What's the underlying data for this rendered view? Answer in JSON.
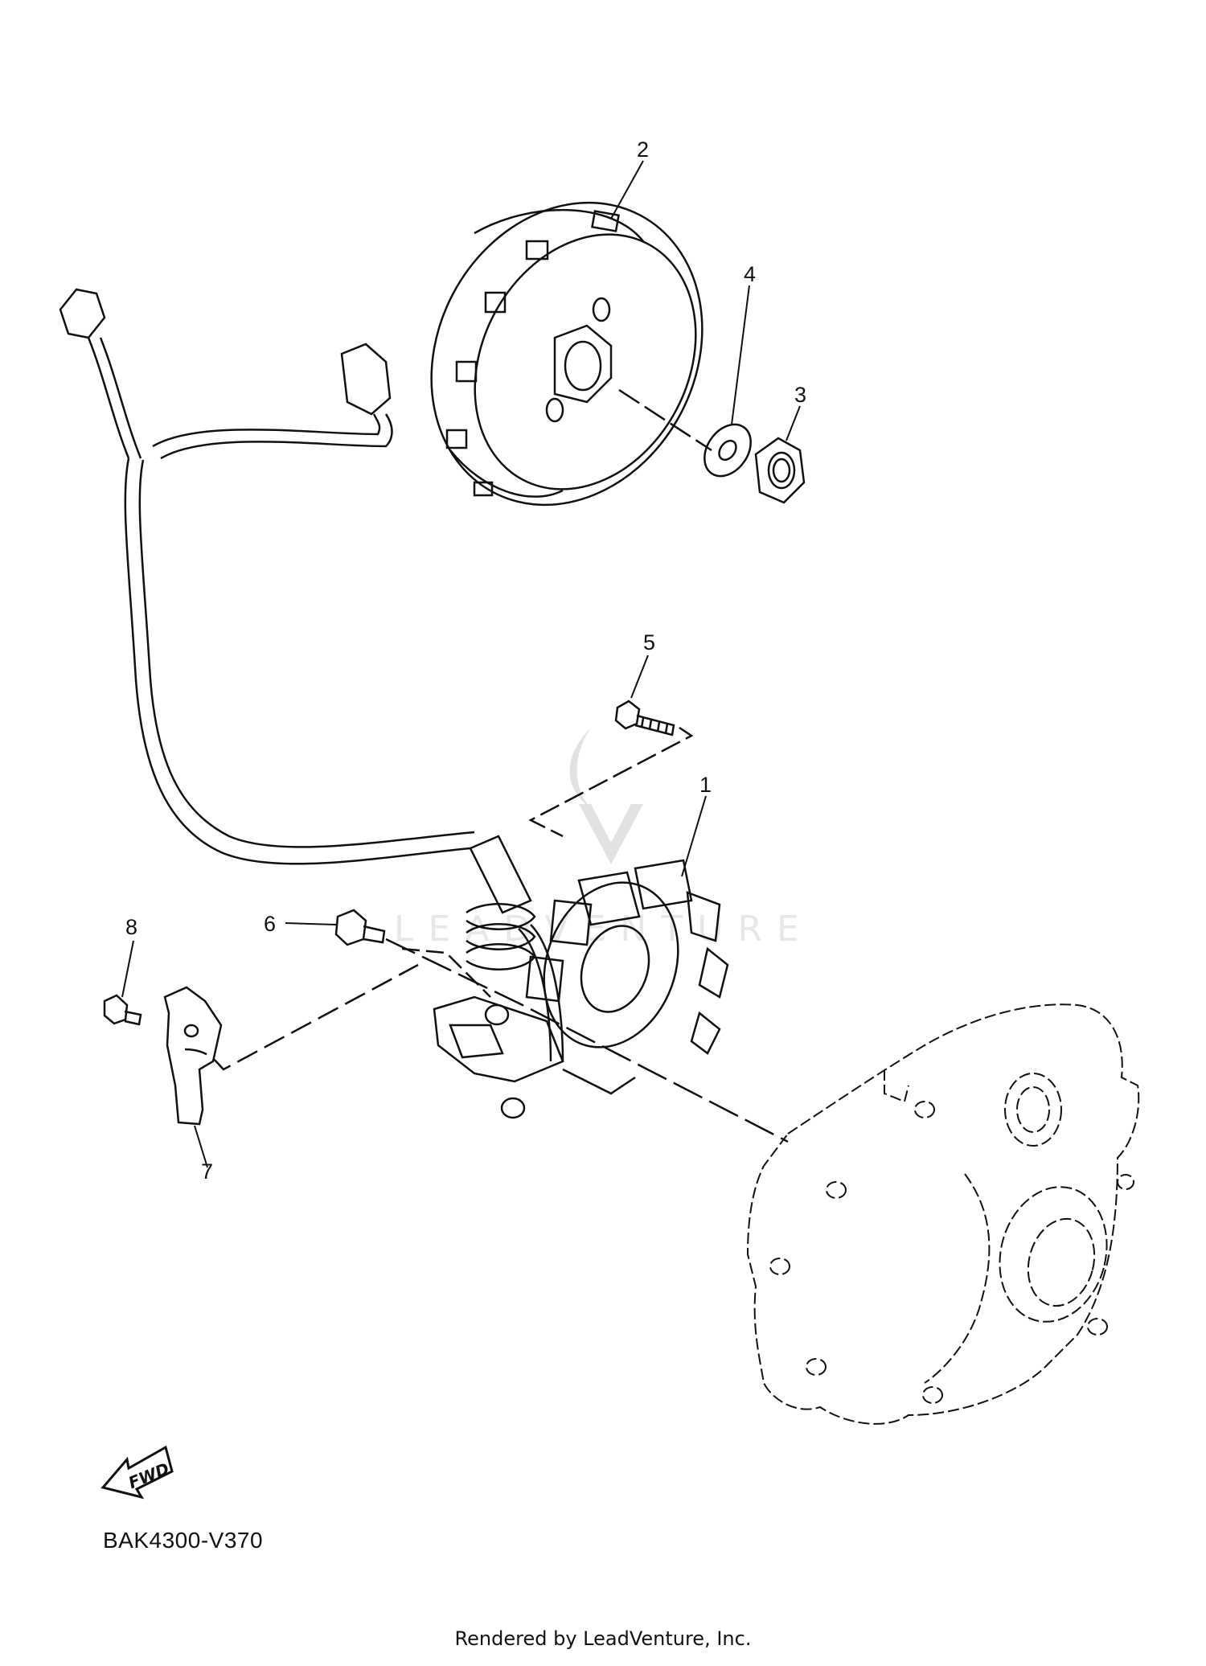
{
  "diagram": {
    "callouts": [
      "1",
      "2",
      "3",
      "4",
      "5",
      "6",
      "7",
      "8"
    ],
    "direction_label": "FWD",
    "drawing_code": "BAK4300-V370",
    "watermark_text": "LEADVENTURE",
    "credit": "Rendered by LeadVenture, Inc."
  },
  "colors": {
    "ink": "#111111",
    "watermark": "#d8d8d8",
    "background": "#ffffff"
  }
}
